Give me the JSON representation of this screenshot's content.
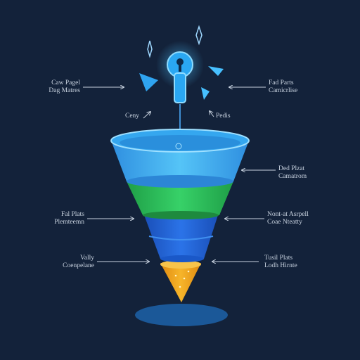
{
  "labels": {
    "top_left": {
      "line1": "Caw Pagel",
      "line2": "Dag Matres"
    },
    "top_right": {
      "line1": "Fad Parts",
      "line2": "Camicrlise"
    },
    "small_left": {
      "line1": "Ceny"
    },
    "small_right": {
      "line1": "Pedis"
    },
    "mid_right_1": {
      "line1": "Ded Plzat",
      "line2": "Camatrom"
    },
    "mid_left": {
      "line1": "Fal Plats",
      "line2": "Plemteemn"
    },
    "mid_right_2": {
      "line1": "Nont-at Asrpell",
      "line2": "Coae Nteatty"
    },
    "bottom_left": {
      "line1": "Vally",
      "line2": "Coenpelane"
    },
    "bottom_right": {
      "line1": "Tusil Plats",
      "line2": "Lodh Hirnte"
    }
  },
  "colors": {
    "background": "#13223a",
    "stage_top": "#45b6f2",
    "stage_green": "#2dc25c",
    "stage_blue": "#1f64d6",
    "stage_tip": "#f2a51a",
    "accent_cyan": "#4fc3ff"
  },
  "icons": {
    "keyhole": "keyhole-icon",
    "sparkle": "sparkle-icon",
    "shard": "shard-icon",
    "bulb": "lightbulb-icon"
  }
}
